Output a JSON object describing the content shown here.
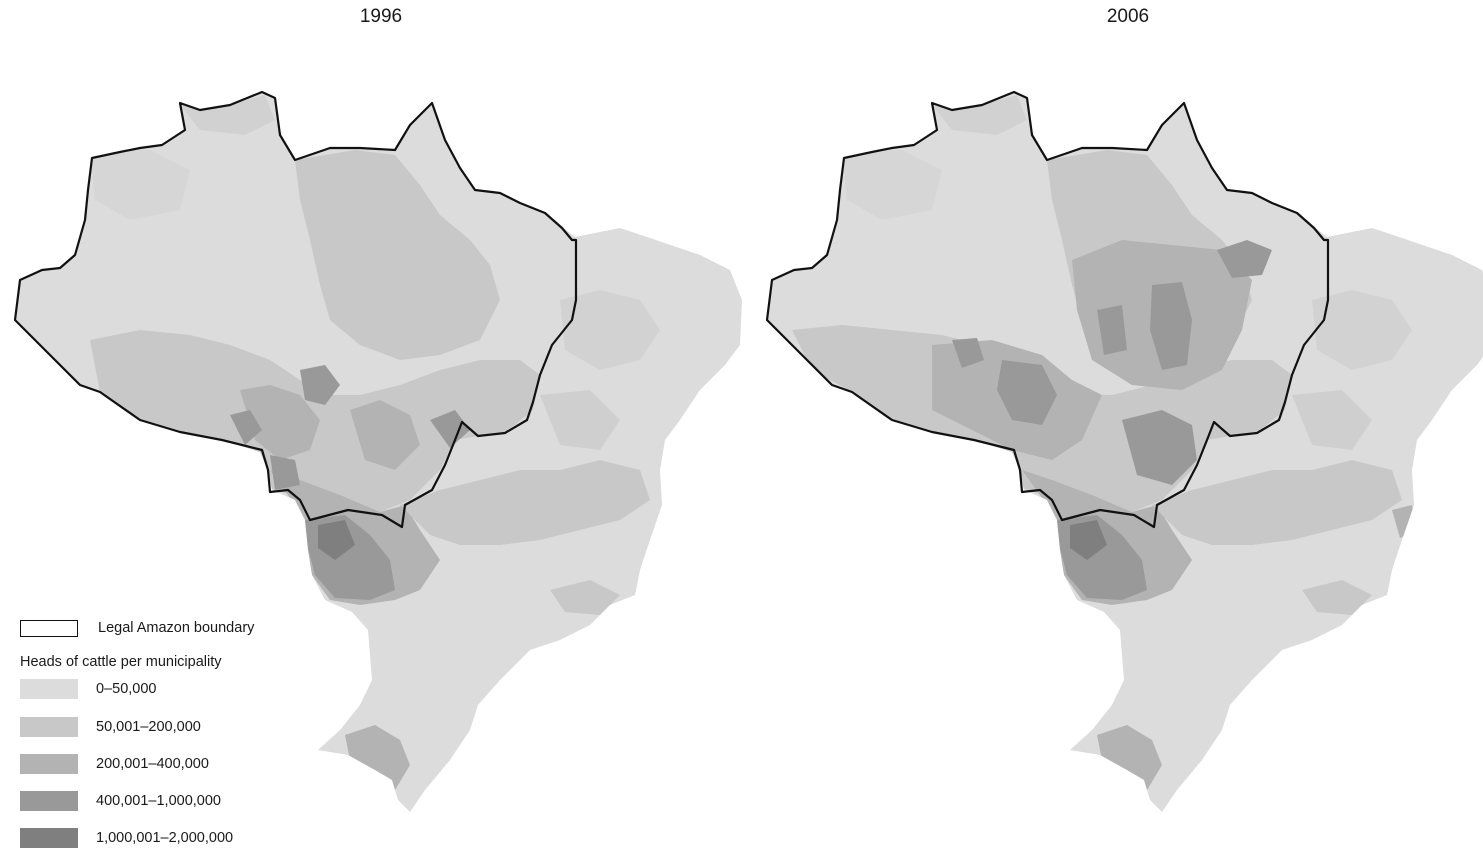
{
  "maps": [
    {
      "title": "1996"
    },
    {
      "title": "2006"
    }
  ],
  "legend": {
    "boundary_label": "Legal Amazon boundary",
    "heading": "Heads of cattle per municipality",
    "classes": [
      {
        "label": "0–50,000",
        "color": "#dcdcdc"
      },
      {
        "label": "50,001–200,000",
        "color": "#c8c8c8"
      },
      {
        "label": "200,001–400,000",
        "color": "#b3b3b3"
      },
      {
        "label": "400,001–1,000,000",
        "color": "#999999"
      },
      {
        "label": "1,000,001–2,000,000",
        "color": "#7f7f7f"
      }
    ]
  },
  "colors": {
    "base": "#dcdcdc",
    "boundary": "#111111"
  }
}
